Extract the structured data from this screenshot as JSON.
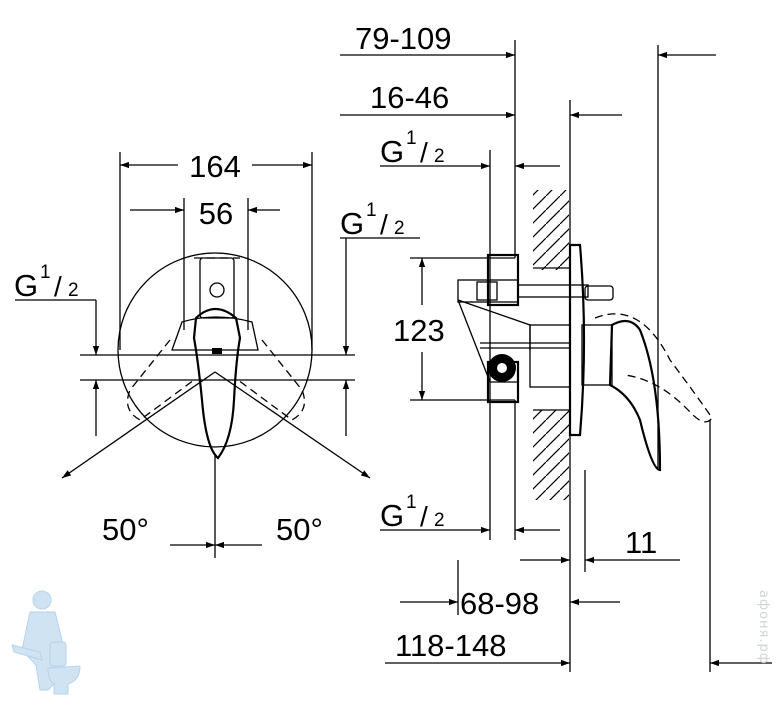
{
  "front_view": {
    "width_outer": "164",
    "width_inner": "56",
    "thread_left": {
      "g": "G",
      "num": "1",
      "den": "2"
    },
    "thread_right": {
      "g": "G",
      "num": "1",
      "den": "2"
    },
    "angle_left": "50°",
    "angle_right": "50°"
  },
  "side_view": {
    "depth_total": "79-109",
    "depth_wall": "16-46",
    "thread_top": {
      "g": "G",
      "num": "1",
      "den": "2"
    },
    "thread_bottom": {
      "g": "G",
      "num": "1",
      "den": "2"
    },
    "height": "123",
    "plate": "11",
    "install_depth": "68-98",
    "install_depth_total": "118-148"
  },
  "watermark": "афоня.рф",
  "colors": {
    "line": "#000000",
    "logo": "#cfe3f3",
    "watermark": "#d0d4d8"
  }
}
